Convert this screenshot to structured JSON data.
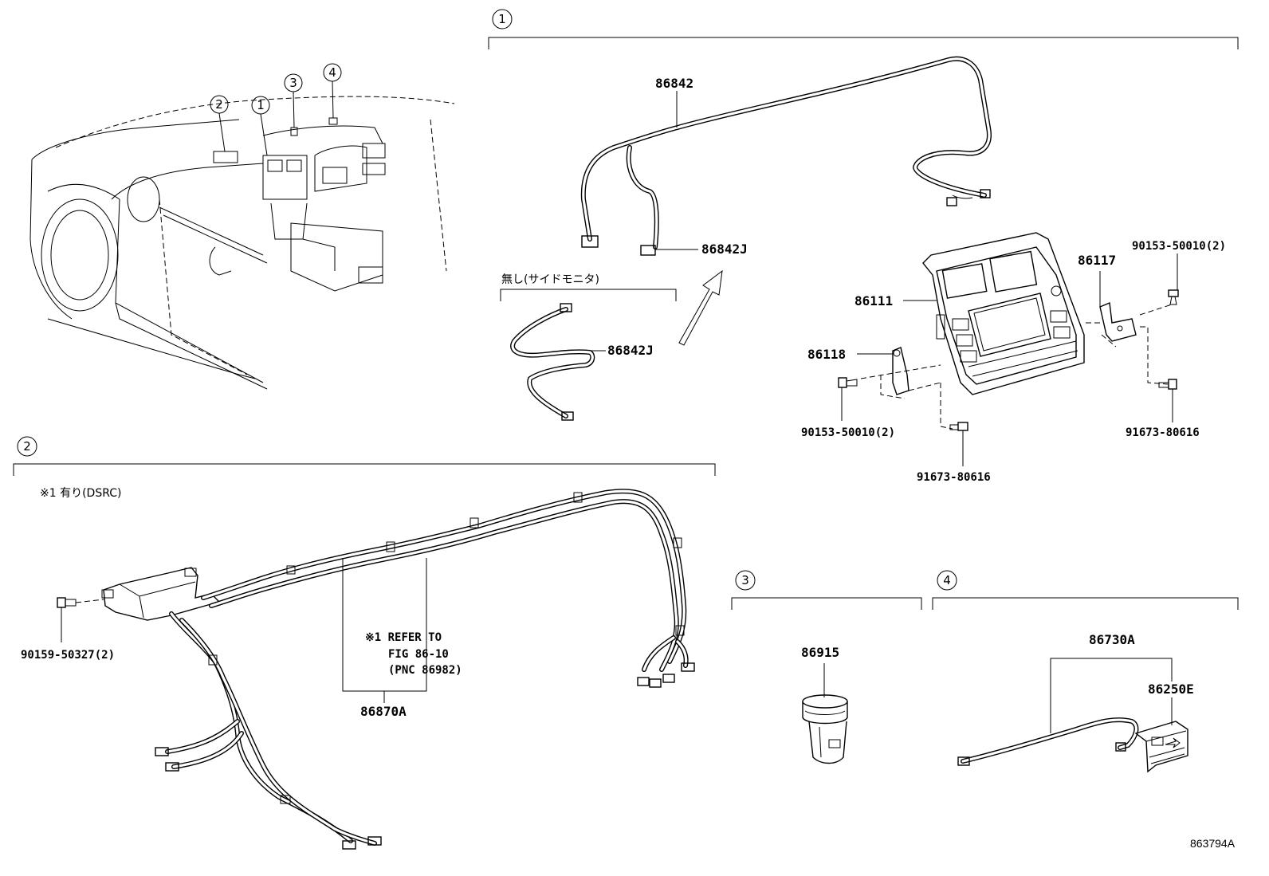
{
  "sections": {
    "s1": "1",
    "s2": "2",
    "s3": "3",
    "s4": "4"
  },
  "overview_callouts": [
    "1",
    "2",
    "3",
    "4"
  ],
  "labels": {
    "p86842": "86842",
    "p86842J_a": "86842J",
    "p86842J_b": "86842J",
    "p86111": "86111",
    "p86117": "86117",
    "p86118": "86118",
    "p90153_r": "90153-50010(2)",
    "p90153_l": "90153-50010(2)",
    "p91673_r": "91673-80616",
    "p91673_b": "91673-80616",
    "p90159": "90159-50327(2)",
    "p86870A": "86870A",
    "p86915": "86915",
    "p86730A": "86730A",
    "p86250E": "86250E"
  },
  "notes": {
    "side_monitor": "無し(サイドモニタ)",
    "dsrc": "※1 有り(DSRC)",
    "refer_line1": "※1 REFER TO",
    "refer_line2": "FIG 86-10",
    "refer_line3": "(PNC 86982)"
  },
  "figure_id": "863794A"
}
